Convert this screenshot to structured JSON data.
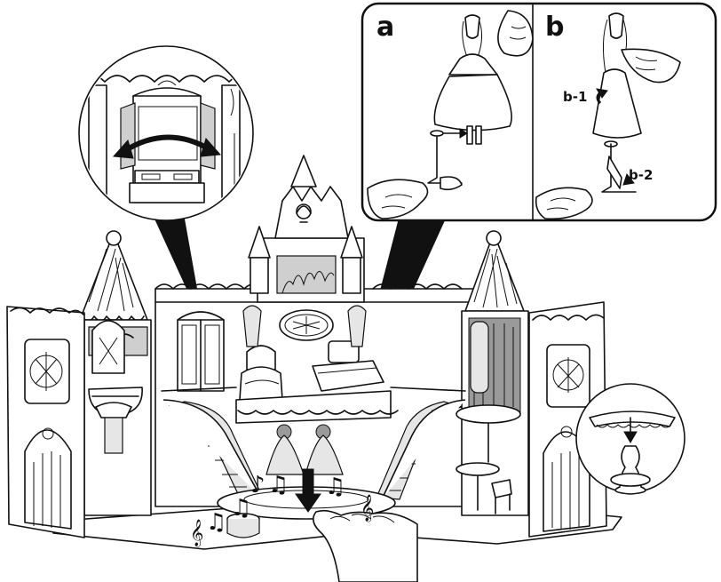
{
  "inset_panels": {
    "panel_a_label": "a",
    "panel_b_label": "b",
    "step_b1_label": "b-1",
    "step_b2_label": "b-2"
  },
  "music_symbols": {
    "note": "♫",
    "single_note": "♪",
    "clef": "𝄞"
  }
}
